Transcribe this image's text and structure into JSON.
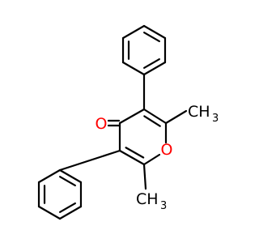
{
  "molecule": {
    "atoms": {
      "ketone_oxygen": "O",
      "ring_oxygen": "O",
      "methyl_top_main": "CH",
      "methyl_top_sub": "3",
      "methyl_bottom_main": "CH",
      "methyl_bottom_sub": "3"
    }
  },
  "colors": {
    "bond": "#000000",
    "oxygen": "#ff0000",
    "background": "#ffffff"
  }
}
